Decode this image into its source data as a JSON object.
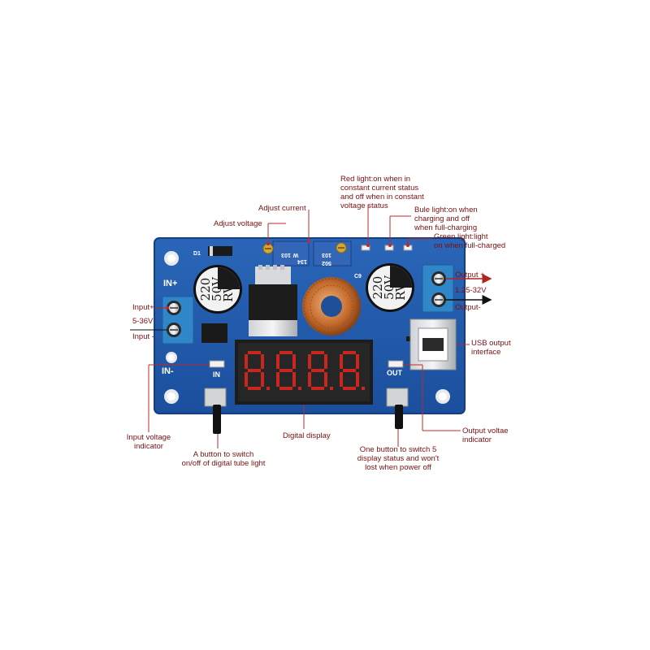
{
  "board": {
    "silkscreen": {
      "in_plus": "IN+",
      "in_minus": "IN-",
      "in": "IN",
      "out": "OUT",
      "d1": "D1",
      "c9": "C9"
    },
    "capacitor_left": [
      "220",
      "50V",
      "RVT"
    ],
    "capacitor_right": [
      "220",
      "50V",
      "RVT"
    ],
    "pot_left_label": [
      "103",
      "W",
      "134"
    ],
    "pot_right_label": [
      "103",
      "502"
    ]
  },
  "callouts": {
    "red_light": "Red light:on when in\nconstant current status\nand off when in constant\nvoltage status",
    "adjust_current": "Adjust current",
    "blue_light": "Bule light:on when\ncharging and off\nwhen full-charging",
    "adjust_voltage": "Adjust voltage",
    "green_light": "Green light:light\non when full-charged",
    "output_plus": "Output +",
    "output_range": "1.25-32V",
    "output_minus": "Output-",
    "input_plus": "Input+",
    "input_range": "5-36V",
    "input_minus": "Input -",
    "usb_output": "USB output\ninterface",
    "input_indicator": "Input voltage\nindicator",
    "digital_display": "Digital display",
    "output_indicator": "Output voltae\nindicator",
    "button_light": "A button to switch\non/off of digital tube light",
    "button_status": "One button to switch 5\ndisplay status and won't\nlost when power off"
  },
  "colors": {
    "pcb": "#1f56a8",
    "pcb_edge": "#1a4590",
    "callout_text": "#7a1010",
    "callout_line": "#c0282a",
    "terminal": "#2f86c9",
    "display_digit": "#c8261e"
  }
}
